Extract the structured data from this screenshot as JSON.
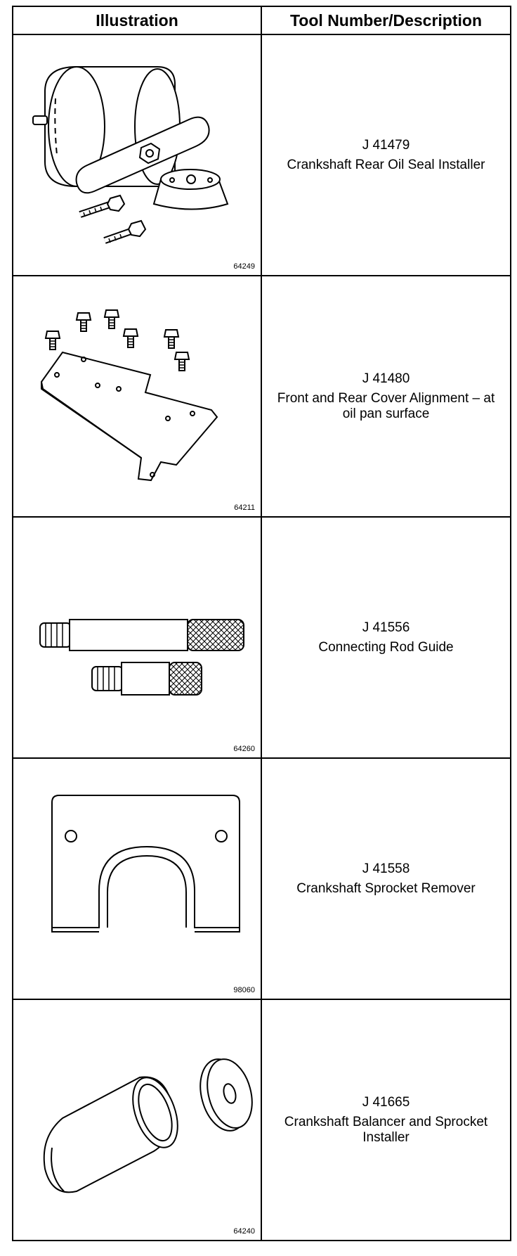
{
  "headers": {
    "illustration": "Illustration",
    "tool": "Tool Number/Description"
  },
  "rows": [
    {
      "figure": "64249",
      "tool_number": "J 41479",
      "description": "Crankshaft Rear Oil Seal Installer",
      "icon": "seal-installer-icon"
    },
    {
      "figure": "64211",
      "tool_number": "J 41480",
      "description": "Front and Rear Cover Alignment – at oil pan surface",
      "icon": "alignment-plate-icon"
    },
    {
      "figure": "64260",
      "tool_number": "J 41556",
      "description": "Connecting Rod Guide",
      "icon": "rod-guide-icon"
    },
    {
      "figure": "98060",
      "tool_number": "J 41558",
      "description": "Crankshaft Sprocket Remover",
      "icon": "sprocket-remover-icon"
    },
    {
      "figure": "64240",
      "tool_number": "J 41665",
      "description": "Crankshaft Balancer and Sprocket Installer",
      "icon": "balancer-installer-icon"
    }
  ]
}
